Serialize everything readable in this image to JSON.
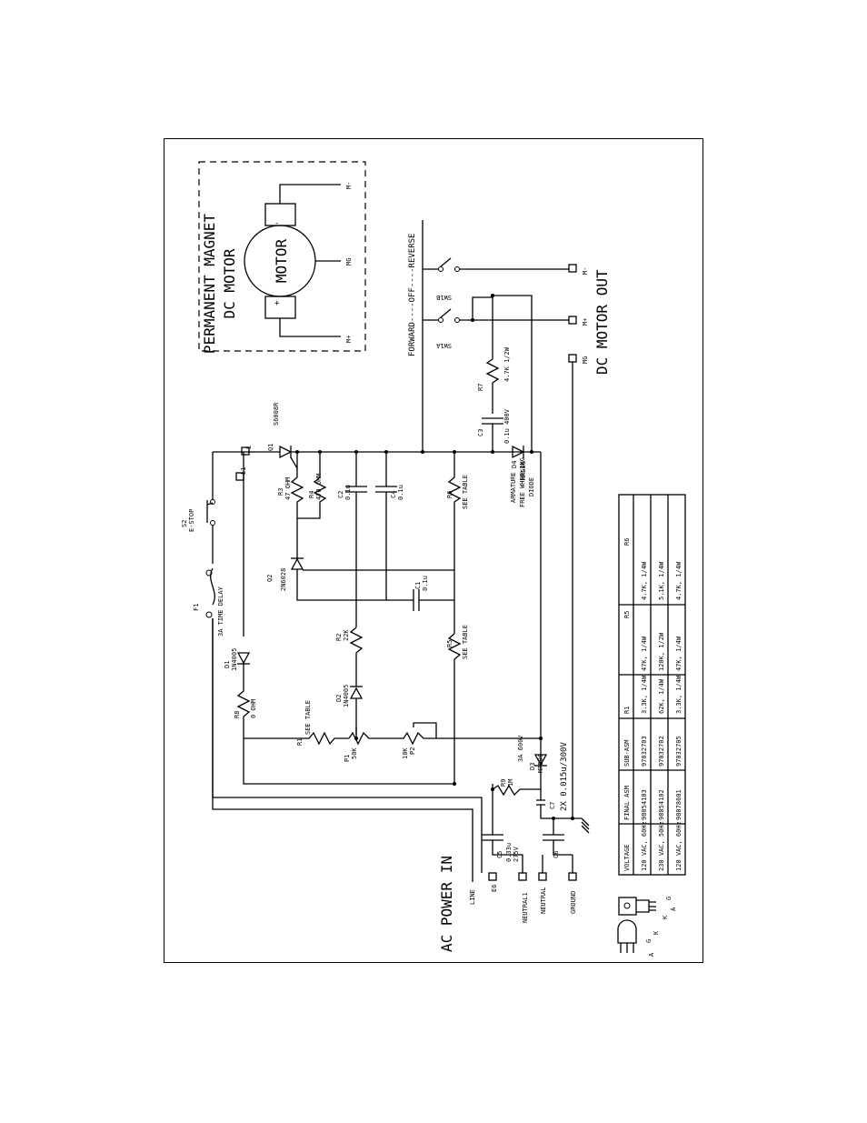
{
  "motor_box": {
    "title_line1": "PERMANENT MAGNET",
    "title_line2": "DC MOTOR",
    "motor_label": "MOTOR",
    "plus": "+",
    "minus": "-",
    "terminals": [
      "M+",
      "MG",
      "M-"
    ]
  },
  "switch": {
    "label": "FORWARD----OFF----REVERSE",
    "sw_a": "SW1A",
    "sw_b": "SW1B"
  },
  "outputs": {
    "title": "DC MOTOR OUT",
    "terminals": [
      "MG",
      "M+",
      "M-"
    ]
  },
  "inputs": {
    "title": "AC POWER IN",
    "line": "LINE",
    "e6": "E6",
    "terminals": [
      "NEUTRAL1",
      "NEUTRAL",
      "GROUND"
    ]
  },
  "components": {
    "f1": "F1",
    "f1_value": "3A TIME DELAY",
    "s2": "S2",
    "s2_value": "E-STOP",
    "l1": "L1",
    "l": "L",
    "q1": "Q1",
    "q1_value": "S6008R",
    "q2": "Q2",
    "q2_value": "2N6028",
    "r3": "R3",
    "r3_value": "47 OHM",
    "r4": "R4",
    "r4_value": "470 OHM",
    "c2": "C2",
    "c2_value": "0.1u",
    "c4": "C4",
    "c4_value": "0.1u",
    "r6": "R6",
    "r6_value": "SEE TABLE",
    "c1": "C1",
    "c1_value": "0.1u",
    "r2": "R2",
    "r2_value": "22K",
    "r5": "R5",
    "r5_value": "SEE TABLE",
    "d1": "D1",
    "d1_value": "1N4005",
    "d2": "D2",
    "d2_value": "1N4005",
    "r8": "R8",
    "r8_value": "0 OHM",
    "r1": "R1",
    "r1_value": "SEE TABLE",
    "p1": "P1",
    "p1_value": "50K",
    "p2": "P2",
    "p2_value": "10K",
    "d3": "D3",
    "d3_value": "MR506",
    "r9": "R9",
    "r9_value": "1M",
    "r9_note": "3A 600V",
    "c7": "C7",
    "c7_value": "2X 0.015u/300V",
    "c5": "C5",
    "c5_value": "0.33u",
    "c5_rating": "275V",
    "c6": "C6",
    "c3": "C3",
    "c3_value": "0.1u 400V",
    "r7": "R7",
    "r7_value": "4.7K 1/2W",
    "d4": "D4",
    "d4_value": "MR506",
    "d4_note1": "ARMATURE",
    "d4_note2": "FREE WHEELING",
    "d4_note3": "DIODE"
  },
  "table": {
    "headers": [
      "VOLTAGE",
      "FINAL ASM",
      "SUB-ASM",
      "R1",
      "R5",
      "R6"
    ],
    "rows": [
      [
        "120 VAC, 60Hz",
        "98054103",
        "97032703",
        "3.3K, 1/4W",
        "47K, 1/4W",
        "4.7K, 1/4W"
      ],
      [
        "230 VAC, 50Hz",
        "98054102",
        "97032702",
        "62K, 1/4W",
        "120K, 1/2W",
        "5.1K, 1/4W"
      ],
      [
        "120 VAC, 60Hz",
        "98078601",
        "97032705",
        "3.3K, 1/4W",
        "47K, 1/4W",
        "4.7K, 1/4W"
      ]
    ]
  },
  "pinouts": {
    "pkg1": [
      "A",
      "G",
      "K"
    ],
    "pkg2": [
      "K",
      "A",
      "G"
    ]
  }
}
